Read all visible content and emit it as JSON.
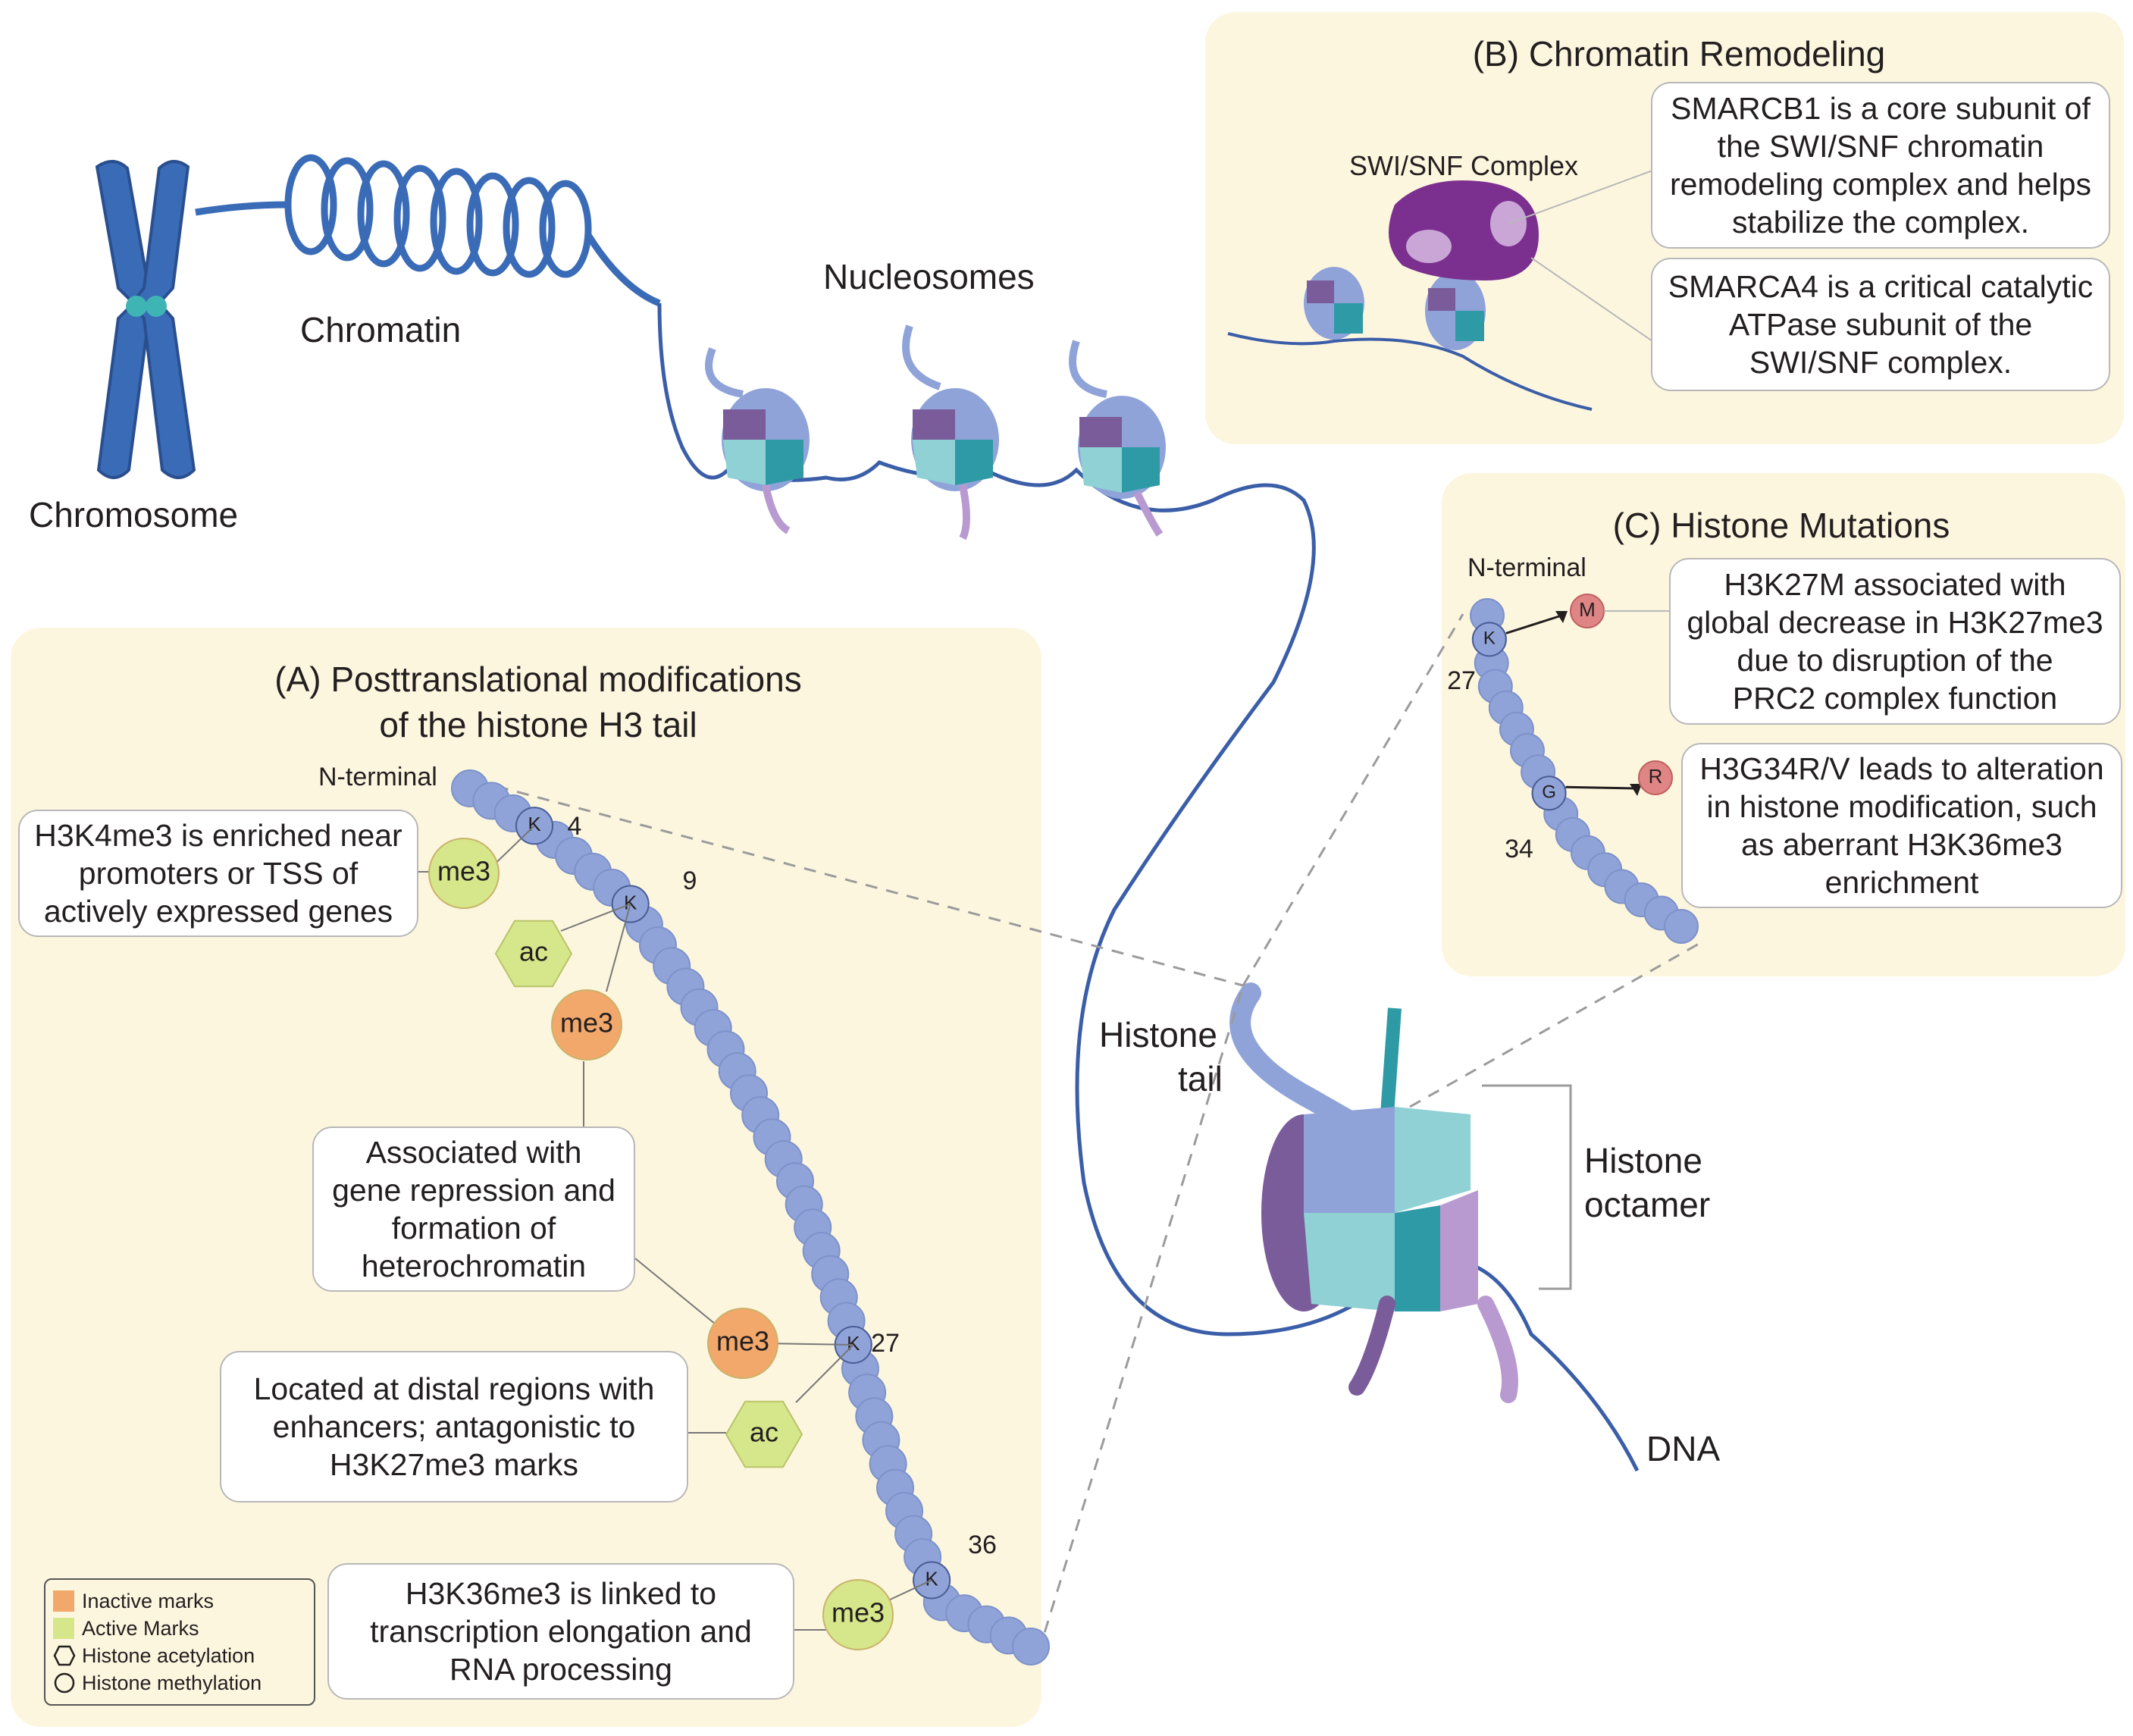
{
  "labels": {
    "chromosome": "Chromosome",
    "chromatin": "Chromatin",
    "nucleosomes": "Nucleosomes",
    "histone_tail_1": "Histone",
    "histone_tail_2": "tail",
    "histone_octamer_1": "Histone",
    "histone_octamer_2": "octamer",
    "dna": "DNA"
  },
  "panel_a": {
    "title_line1": "(A) Posttranslational modifications",
    "title_line2": "of the histone H3 tail",
    "n_terminal": "N-terminal",
    "residue_k": "K",
    "pos_4": "4",
    "pos_9": "9",
    "pos_27": "27",
    "pos_36": "36",
    "mark_me3": "me3",
    "mark_ac": "ac",
    "callout_h3k4": [
      "H3K4me3 is enriched near",
      "promoters or TSS of",
      "actively expressed genes"
    ],
    "callout_repression": [
      "Associated with",
      "gene repression and",
      "formation of",
      "heterochromatin"
    ],
    "callout_distal": [
      "Located at distal regions with",
      "enhancers; antagonistic to",
      "H3K27me3 marks"
    ],
    "callout_h3k36": [
      "H3K36me3 is linked to",
      "transcription elongation and",
      "RNA processing"
    ]
  },
  "panel_b": {
    "title": "(B) Chromatin Remodeling",
    "complex_label": "SWI/SNF Complex",
    "callout_smarcb1": [
      "SMARCB1 is a core subunit of",
      "the SWI/SNF chromatin",
      "remodeling complex and helps",
      "stabilize the complex."
    ],
    "callout_smarca4": [
      "SMARCA4 is a critical catalytic",
      "ATPase subunit of the",
      "SWI/SNF complex."
    ]
  },
  "panel_c": {
    "title": "(C) Histone Mutations",
    "n_terminal": "N-terminal",
    "residue_k": "K",
    "residue_g": "G",
    "mut_m": "M",
    "mut_r": "R",
    "pos_27": "27",
    "pos_34": "34",
    "callout_h3k27m": [
      "H3K27M associated with",
      "global decrease in H3K27me3",
      "due to disruption of the",
      "PRC2 complex function"
    ],
    "callout_h3g34": [
      "H3G34R/V leads to alteration",
      "in histone modification, such",
      "as aberrant H3K36me3",
      "enrichment"
    ]
  },
  "legend": {
    "inactive": "Inactive marks",
    "active": "Active Marks",
    "acetylation": "Histone acetylation",
    "methylation": "Histone methylation"
  },
  "colors": {
    "panel_bg": "#fdf6df",
    "chromosome_blue": "#3a6bb7",
    "dna_line": "#3b5ea8",
    "bead": "#8fa3d9",
    "inactive_mark": "#f2a86b",
    "active_mark": "#d6e68a",
    "mutation": "#e08585",
    "swi_snf": "#7b2f8e"
  }
}
